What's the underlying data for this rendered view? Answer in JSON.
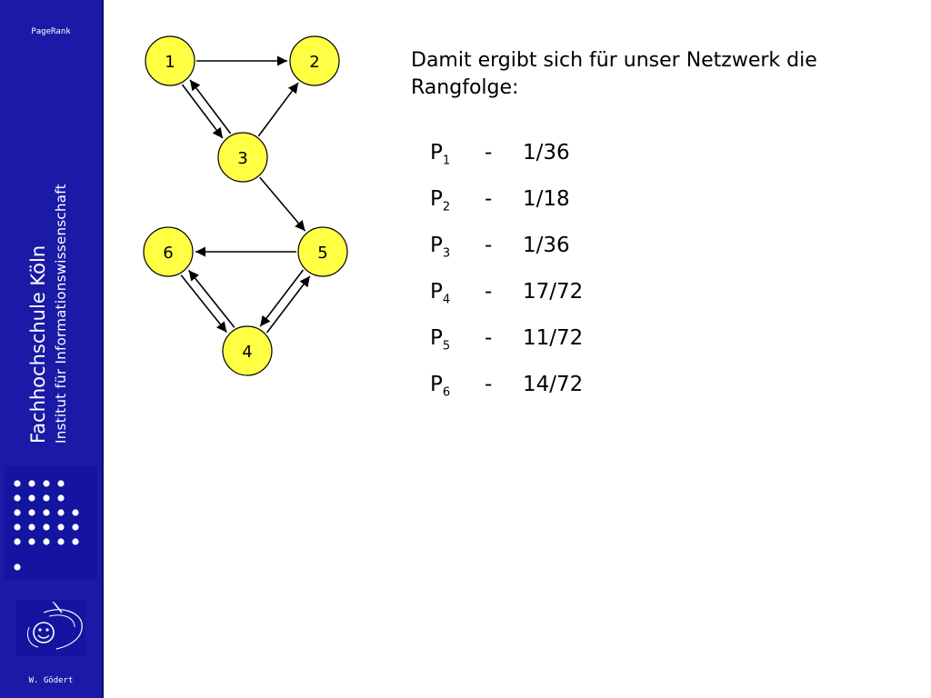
{
  "sidebar": {
    "topic": "PageRank",
    "institution": "Fachhochschule Köln",
    "department": "Institut für Informationswissenschaft",
    "author": "W. Gödert",
    "colors": {
      "background": "#1a1aa6",
      "panel": "#1414a0",
      "text": "#ffffff"
    },
    "decorations": [
      "dot-grid",
      "smiley-logo-icon"
    ]
  },
  "graph": {
    "node_color": "#ffff44",
    "edge_color": "#000000",
    "nodes": [
      {
        "id": "1",
        "label": "1"
      },
      {
        "id": "2",
        "label": "2"
      },
      {
        "id": "3",
        "label": "3"
      },
      {
        "id": "4",
        "label": "4"
      },
      {
        "id": "5",
        "label": "5"
      },
      {
        "id": "6",
        "label": "6"
      }
    ],
    "edges": [
      {
        "from": "1",
        "to": "2"
      },
      {
        "from": "1",
        "to": "3"
      },
      {
        "from": "3",
        "to": "1"
      },
      {
        "from": "3",
        "to": "2"
      },
      {
        "from": "3",
        "to": "5"
      },
      {
        "from": "5",
        "to": "6"
      },
      {
        "from": "6",
        "to": "4"
      },
      {
        "from": "4",
        "to": "6"
      },
      {
        "from": "5",
        "to": "4"
      },
      {
        "from": "4",
        "to": "5"
      }
    ]
  },
  "content": {
    "heading": "Damit ergibt sich für unser Netzwerk die Rangfolge:",
    "ranks": [
      {
        "symbol": "P",
        "index": "1",
        "separator": "-",
        "value": "1/36"
      },
      {
        "symbol": "P",
        "index": "2",
        "separator": "-",
        "value": "1/18"
      },
      {
        "symbol": "P",
        "index": "3",
        "separator": "-",
        "value": "1/36"
      },
      {
        "symbol": "P",
        "index": "4",
        "separator": "-",
        "value": "17/72"
      },
      {
        "symbol": "P",
        "index": "5",
        "separator": "-",
        "value": "11/72"
      },
      {
        "symbol": "P",
        "index": "6",
        "separator": "-",
        "value": "14/72"
      }
    ]
  }
}
